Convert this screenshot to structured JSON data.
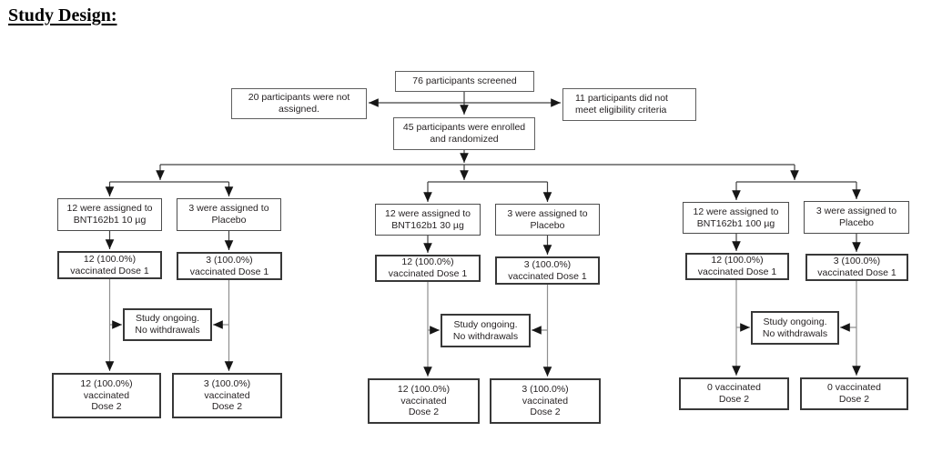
{
  "title": "Study Design:",
  "colors": {
    "text": "#231f20",
    "box_border": "#383838",
    "connector": "#414141",
    "connector_light": "#8f8f8f",
    "background": "#ffffff"
  },
  "top": {
    "screened": "76 participants screened",
    "not_assigned": "20 participants were not\nassigned.",
    "not_eligible": "11 participants did not\nmeet eligibility criteria",
    "enrolled": "45 participants were enrolled\nand randomized"
  },
  "groups": [
    {
      "assigned_vaccine": "12 were assigned to\nBNT162b1 10 µg",
      "assigned_placebo": "3 were assigned to\nPlacebo",
      "dose1_vaccine": "12 (100.0%)\nvaccinated Dose 1",
      "dose1_placebo": "3 (100.0%)\nvaccinated Dose 1",
      "status": "Study ongoing.\nNo withdrawals",
      "dose2_vaccine": "12 (100.0%)\nvaccinated\nDose 2",
      "dose2_placebo": "3 (100.0%)\nvaccinated\nDose 2"
    },
    {
      "assigned_vaccine": "12 were assigned to\nBNT162b1 30 µg",
      "assigned_placebo": "3 were assigned to\nPlacebo",
      "dose1_vaccine": "12 (100.0%)\nvaccinated Dose 1",
      "dose1_placebo": "3 (100.0%)\nvaccinated Dose 1",
      "status": "Study ongoing.\nNo withdrawals",
      "dose2_vaccine": "12 (100.0%)\nvaccinated\nDose 2",
      "dose2_placebo": "3 (100.0%)\nvaccinated\nDose 2"
    },
    {
      "assigned_vaccine": "12 were assigned to\nBNT162b1 100 µg",
      "assigned_placebo": "3 were assigned to\nPlacebo",
      "dose1_vaccine": "12 (100.0%)\nvaccinated Dose 1",
      "dose1_placebo": "3 (100.0%)\nvaccinated Dose 1",
      "status": "Study ongoing.\nNo withdrawals",
      "dose2_vaccine": "0 vaccinated\nDose 2",
      "dose2_placebo": "0 vaccinated\nDose 2"
    }
  ]
}
